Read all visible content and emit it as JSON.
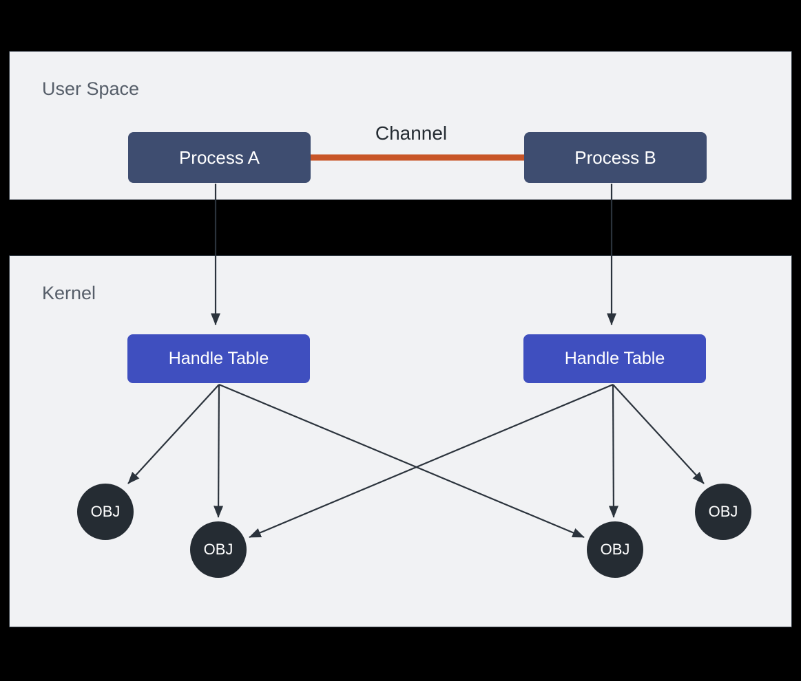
{
  "diagram": {
    "title_visible": false,
    "background_color": "#000000",
    "panel_background": "#f1f2f4",
    "panel_border_color": "#2b333c"
  },
  "sections": [
    {
      "id": "user-space",
      "label": "User Space",
      "label_color": "#565e69"
    },
    {
      "id": "kernel",
      "label": "Kernel",
      "label_color": "#565e69"
    }
  ],
  "processes": [
    {
      "id": "process-a",
      "label": "Process A",
      "color": "#3e4d70",
      "text_color": "#ffffff"
    },
    {
      "id": "process-b",
      "label": "Process B",
      "color": "#3e4d70",
      "text_color": "#ffffff"
    }
  ],
  "handle_tables": [
    {
      "id": "handle-a",
      "label": "Handle Table",
      "color": "#3f4fbf",
      "text_color": "#ffffff"
    },
    {
      "id": "handle-b",
      "label": "Handle Table",
      "color": "#3f4fbf",
      "text_color": "#ffffff"
    }
  ],
  "objects": [
    {
      "id": "obj-1",
      "label": "OBJ",
      "color": "#252c33",
      "text_color": "#ffffff"
    },
    {
      "id": "obj-2",
      "label": "OBJ",
      "color": "#252c33",
      "text_color": "#ffffff"
    },
    {
      "id": "obj-3",
      "label": "OBJ",
      "color": "#252c33",
      "text_color": "#ffffff"
    },
    {
      "id": "obj-4",
      "label": "OBJ",
      "color": "#252c33",
      "text_color": "#ffffff"
    }
  ],
  "channel": {
    "label": "Channel",
    "line_color": "#c85527",
    "label_color": "#252c33",
    "from": "process-a",
    "to": "process-b"
  },
  "edges": [
    {
      "from": "process-a",
      "to": "handle-a",
      "style": "arrow"
    },
    {
      "from": "process-b",
      "to": "handle-b",
      "style": "arrow"
    },
    {
      "from": "handle-a",
      "to": "obj-1",
      "style": "arrow"
    },
    {
      "from": "handle-a",
      "to": "obj-2",
      "style": "arrow"
    },
    {
      "from": "handle-a",
      "to": "obj-3",
      "style": "arrow"
    },
    {
      "from": "handle-b",
      "to": "obj-2",
      "style": "arrow"
    },
    {
      "from": "handle-b",
      "to": "obj-3",
      "style": "arrow"
    },
    {
      "from": "handle-b",
      "to": "obj-4",
      "style": "arrow"
    }
  ]
}
